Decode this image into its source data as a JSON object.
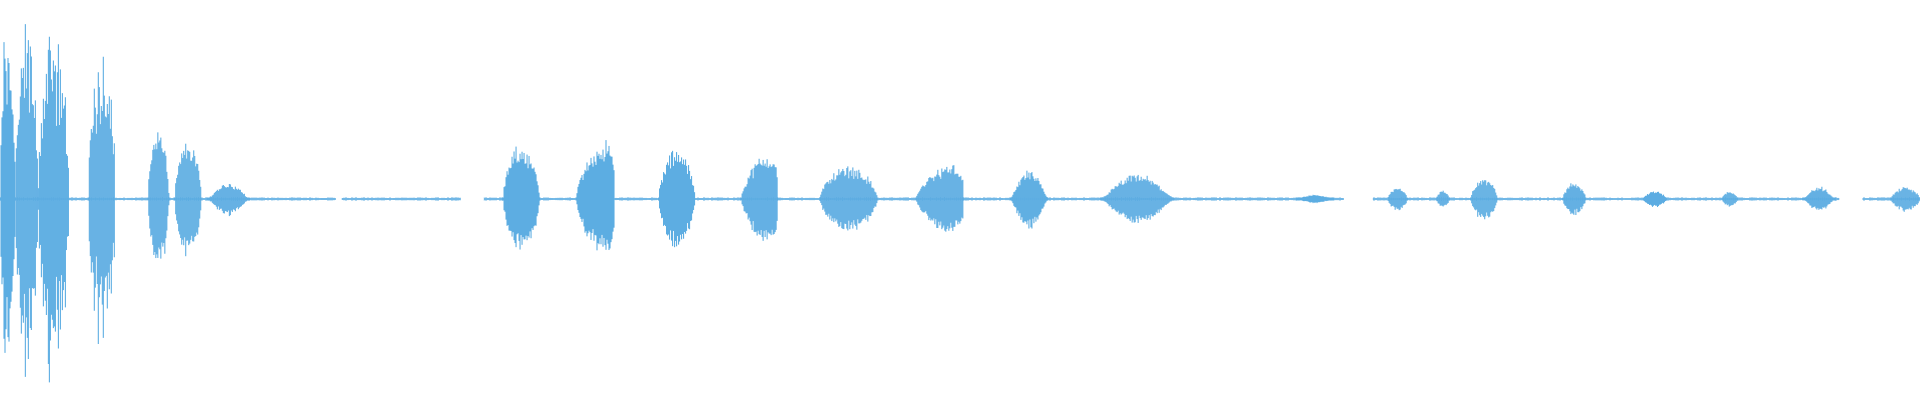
{
  "waveform": {
    "color": "#5dade2",
    "background": "#ffffff",
    "segments": [
      {
        "start": 0.0,
        "end": 0.008,
        "amp": 0.46,
        "shape": "spiky"
      },
      {
        "start": 0.008,
        "end": 0.02,
        "amp": 0.5,
        "shape": "spiky"
      },
      {
        "start": 0.02,
        "end": 0.036,
        "amp": 0.48,
        "shape": "spiky"
      },
      {
        "start": 0.046,
        "end": 0.06,
        "amp": 0.42,
        "shape": "spiky"
      },
      {
        "start": 0.077,
        "end": 0.088,
        "amp": 0.18,
        "shape": "burst"
      },
      {
        "start": 0.091,
        "end": 0.105,
        "amp": 0.14,
        "shape": "burst"
      },
      {
        "start": 0.108,
        "end": 0.13,
        "amp": 0.04,
        "shape": "swell"
      },
      {
        "start": 0.262,
        "end": 0.281,
        "amp": 0.13,
        "shape": "burst"
      },
      {
        "start": 0.3,
        "end": 0.32,
        "amp": 0.15,
        "shape": "rise"
      },
      {
        "start": 0.343,
        "end": 0.362,
        "amp": 0.12,
        "shape": "burst"
      },
      {
        "start": 0.386,
        "end": 0.405,
        "amp": 0.12,
        "shape": "rise"
      },
      {
        "start": 0.427,
        "end": 0.457,
        "amp": 0.08,
        "shape": "burst"
      },
      {
        "start": 0.477,
        "end": 0.502,
        "amp": 0.09,
        "shape": "rise"
      },
      {
        "start": 0.526,
        "end": 0.546,
        "amp": 0.07,
        "shape": "swell"
      },
      {
        "start": 0.573,
        "end": 0.612,
        "amp": 0.06,
        "shape": "swell"
      },
      {
        "start": 0.675,
        "end": 0.695,
        "amp": 0.01,
        "shape": "swell"
      },
      {
        "start": 0.723,
        "end": 0.733,
        "amp": 0.03,
        "shape": "burst"
      },
      {
        "start": 0.748,
        "end": 0.755,
        "amp": 0.02,
        "shape": "burst"
      },
      {
        "start": 0.766,
        "end": 0.78,
        "amp": 0.05,
        "shape": "burst"
      },
      {
        "start": 0.814,
        "end": 0.826,
        "amp": 0.04,
        "shape": "burst"
      },
      {
        "start": 0.856,
        "end": 0.868,
        "amp": 0.02,
        "shape": "burst"
      },
      {
        "start": 0.897,
        "end": 0.905,
        "amp": 0.02,
        "shape": "burst"
      },
      {
        "start": 0.939,
        "end": 0.956,
        "amp": 0.03,
        "shape": "swell"
      },
      {
        "start": 0.985,
        "end": 1.0,
        "amp": 0.03,
        "shape": "burst"
      }
    ],
    "gaps": [
      {
        "start": 0.175,
        "end": 0.178
      },
      {
        "start": 0.24,
        "end": 0.252
      },
      {
        "start": 0.7,
        "end": 0.715
      },
      {
        "start": 0.958,
        "end": 0.97
      }
    ]
  }
}
